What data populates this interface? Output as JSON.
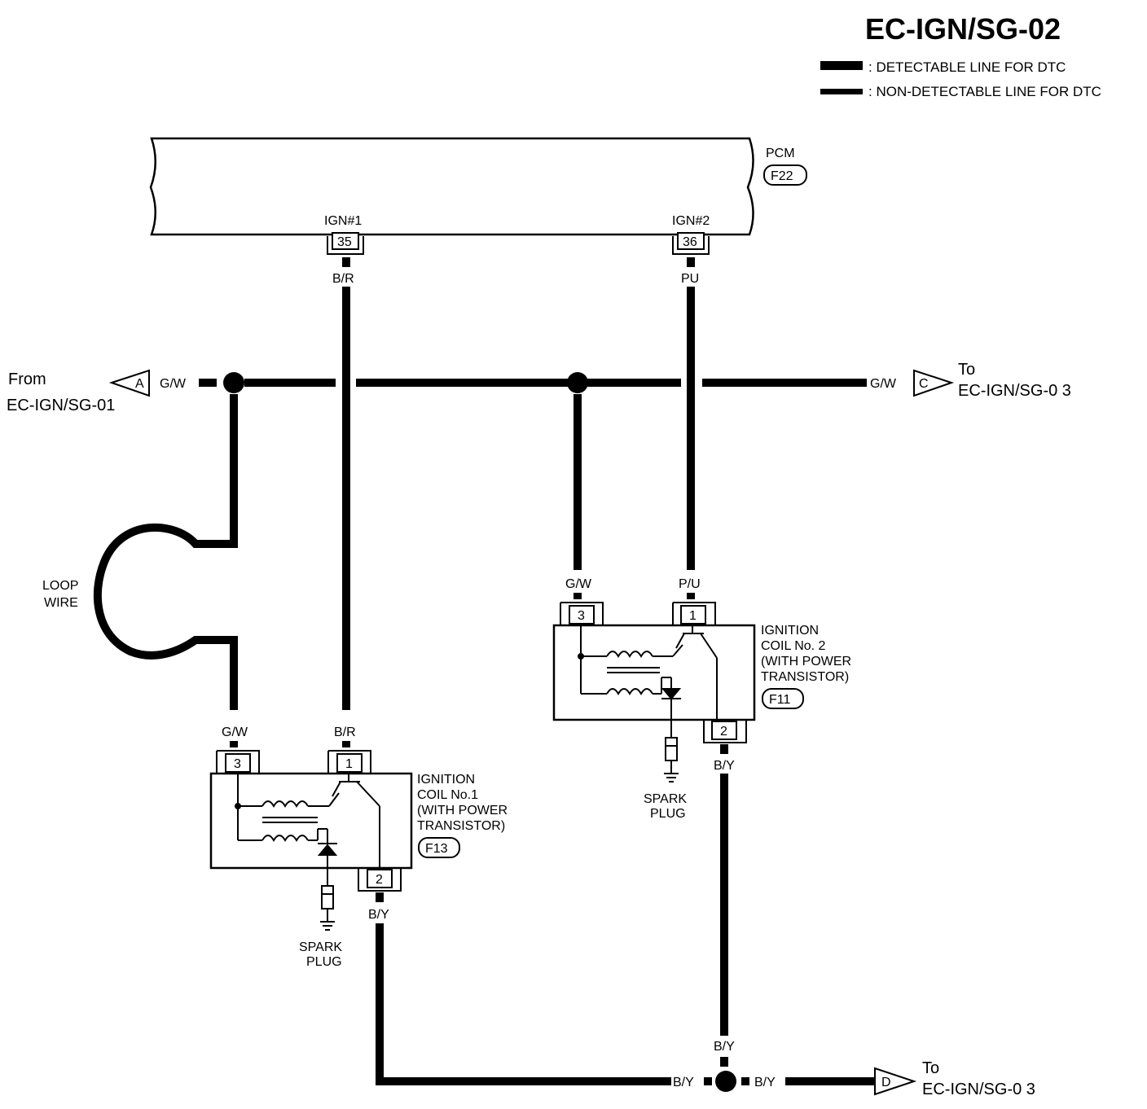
{
  "title": "EC-IGN/SG-02",
  "legend": {
    "detectable": ": DETECTABLE LINE FOR DTC",
    "non_detectable": ": NON-DETECTABLE LINE FOR DTC"
  },
  "pcm": {
    "name": "PCM",
    "connector": "F22",
    "ign1_label": "IGN#1",
    "ign1_pin": "35",
    "ign2_label": "IGN#2",
    "ign2_pin": "36"
  },
  "wires": {
    "br_top": "B/R",
    "pu_top": "PU",
    "gw_left": "G/W",
    "gw_right": "G/W",
    "gw_coil1": "G/W",
    "br_coil1": "B/R",
    "gw_coil2": "G/W",
    "pu_coil2": "P/U",
    "by_coil1": "B/Y",
    "by_coil2": "B/Y",
    "by_vertical": "B/Y",
    "by_bottom_left": "B/Y",
    "by_bottom_right": "B/Y"
  },
  "connectors": {
    "a_letter": "A",
    "c_letter": "C",
    "d_letter": "D",
    "from_label": "From",
    "from_target": "EC-IGN/SG-01",
    "to_c_label": "To",
    "to_c_target": "EC-IGN/SG-0 3",
    "to_d_label": "To",
    "to_d_target": "EC-IGN/SG-0 3"
  },
  "loop_wire": {
    "line1": "LOOP",
    "line2": "WIRE"
  },
  "coil1": {
    "line1": "IGNITION",
    "line2": "COIL No.1",
    "line3": "(WITH POWER",
    "line4": "TRANSISTOR)",
    "connector": "F13",
    "pin_left": "3",
    "pin_right": "1",
    "pin_bottom": "2",
    "plug_line1": "SPARK",
    "plug_line2": "PLUG"
  },
  "coil2": {
    "line1": "IGNITION",
    "line2": "COIL No. 2",
    "line3": "(WITH POWER",
    "line4": "TRANSISTOR)",
    "connector": "F11",
    "pin_left": "3",
    "pin_right": "1",
    "pin_bottom": "2",
    "plug_line1": "SPARK",
    "plug_line2": "PLUG"
  }
}
